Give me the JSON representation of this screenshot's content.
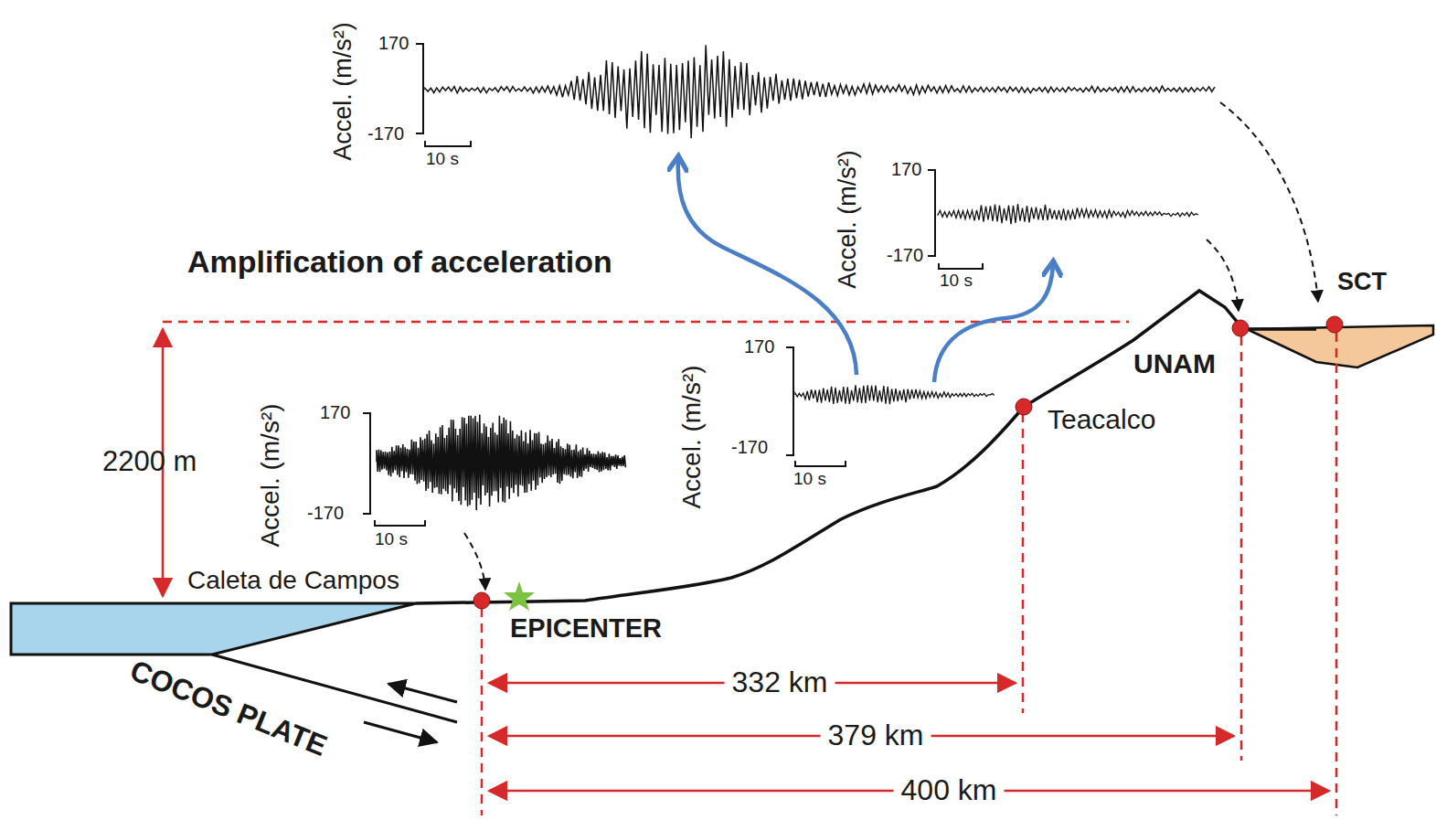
{
  "diagram": {
    "labels": [
      "Amplification of acceleration",
      "2200 m",
      "Caleta de Campos",
      "EPICENTER",
      "COCOS PLATE",
      "332 km",
      "379 km",
      "400 km",
      "Teacalco",
      "UNAM",
      "SCT",
      "Accel. (m/s²)",
      "170",
      "-170",
      "10 s",
      "Accel. (m/s²)",
      "170",
      "-170",
      "10 s",
      "Accel. (m/s²)",
      "170",
      "-170",
      "10 s",
      "Accel. (m/s²)",
      "170",
      "-170",
      "10 s"
    ]
  }
}
